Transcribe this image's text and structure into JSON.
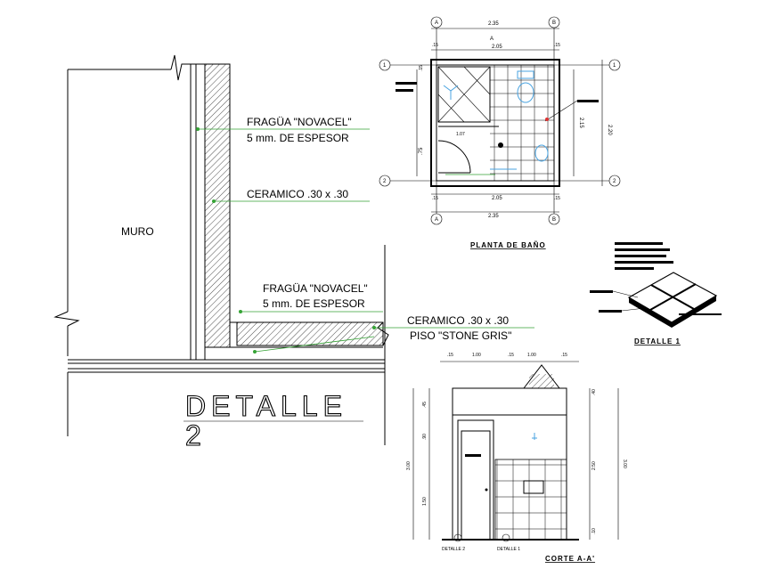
{
  "detail2": {
    "wall_label": "MURO",
    "grout_wall_line1": "FRAGÜA \"NOVACEL\"",
    "grout_wall_line2": "5 mm. DE ESPESOR",
    "tile_wall": "CERAMICO  .30 x .30",
    "grout_floor_line1": "FRAGÜA \"NOVACEL\"",
    "grout_floor_line2": "5 mm. DE ESPESOR",
    "tile_floor": "CERAMICO  .30 x .30",
    "floor_finish": "PISO \"STONE GRIS\"",
    "title_word": "DETALLE",
    "title_number": "2"
  },
  "plan": {
    "title": "PLANTA DE BAÑO",
    "axis_top_left": "A",
    "axis_top_right": "B",
    "axis_left_top": "1",
    "axis_left_bottom": "2",
    "dim_overall_top": "2.35",
    "dim_inner_top": "2.05",
    "dim_overall_bottom": "2.35",
    "dim_inner_bottom": "2.05",
    "dim_right_overall": "2.20",
    "dim_right_inner": "2.15",
    "dim_left": ".75",
    "dim_edge": ".15",
    "dim_shower": "1.07",
    "section_mark": "A"
  },
  "detail1": {
    "title": "DETALLE 1"
  },
  "section": {
    "title": "CORTE A-A'",
    "dims_top": [
      ".15",
      "1.00",
      ".15",
      "1.00",
      ".15"
    ],
    "dims_left": [
      ".45",
      ".90",
      "1.50"
    ],
    "dims_right": [
      ".40",
      "2.50",
      ".10"
    ],
    "dim_left_total": "3.00",
    "dim_right_total": "3.00",
    "callout_left": "DETALLE 2",
    "callout_right": "DETALLE 1"
  }
}
